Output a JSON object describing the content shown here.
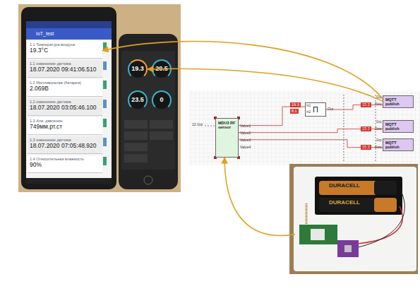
{
  "diagram": {
    "nodes": [
      {
        "text": [
          "IoT_test"
        ]
      },
      {
        "text": [
          "1.1 Температура воздуха",
          "19.3°C"
        ],
        "in": 0
      },
      {
        "text": [
          "1.1 изменение датчика",
          "18.07.2020 09:41:06.510"
        ],
        "in": 0
      },
      {
        "text": [
          "1.2 Милливольтаж (батарея)",
          "2.069В"
        ],
        "in": 0
      },
      {
        "text": [
          "1.2 изменение датчика",
          "18.07.2020 03:05:46.100"
        ],
        "in": 0
      },
      {
        "text": [
          "1.3 Атм. давление",
          "749мм.рт.ст"
        ],
        "in": 0
      },
      {
        "text": [
          "1.3 изменение датчика",
          "18.07.2020 07:05:48.920"
        ],
        "in": 0
      },
      {
        "text": [
          "1.4 Относительная влажность",
          "90%"
        ],
        "in": 0
      },
      {
        "text": [
          "19.3"
        ]
      },
      {
        "text": [
          "20.5"
        ]
      },
      {
        "text": [
          "23.5"
        ]
      },
      {
        "text": [
          "0"
        ]
      },
      {
        "text": [
          "MDU3 RF sensor",
          "Value1",
          "Value2",
          "Value3",
          "Value4"
        ]
      },
      {
        "text": [
          "П",
          "In1",
          "In2",
          "Out"
        ]
      },
      {
        "text": [
          "MQTT publish",
          "Grp",
          "Data"
        ]
      },
      {
        "text": [
          "MQTT publish",
          "Grp",
          "Data"
        ]
      },
      {
        "text": [
          "MQTT publish",
          "Grp",
          "Data"
        ]
      },
      {
        "text": [
          "DURACELL",
          "DURACELL"
        ]
      }
    ],
    "edges": [
      {
        "from": 14,
        "to": 1,
        "arrow": "to"
      },
      {
        "from": 14,
        "to": 8,
        "arrow": "to"
      },
      {
        "from": 17,
        "to": 12,
        "arrow": "to"
      },
      {
        "from": 12,
        "to": 13,
        "arrow": "none"
      },
      {
        "from": 13,
        "to": 14,
        "arrow": "none"
      },
      {
        "from": 12,
        "to": 15,
        "arrow": "none"
      },
      {
        "from": 12,
        "to": 16,
        "arrow": "none"
      }
    ],
    "labels": [
      "12.Grp",
      "19.3",
      "8.1",
      "19.3",
      "19.3",
      "19.3"
    ]
  }
}
